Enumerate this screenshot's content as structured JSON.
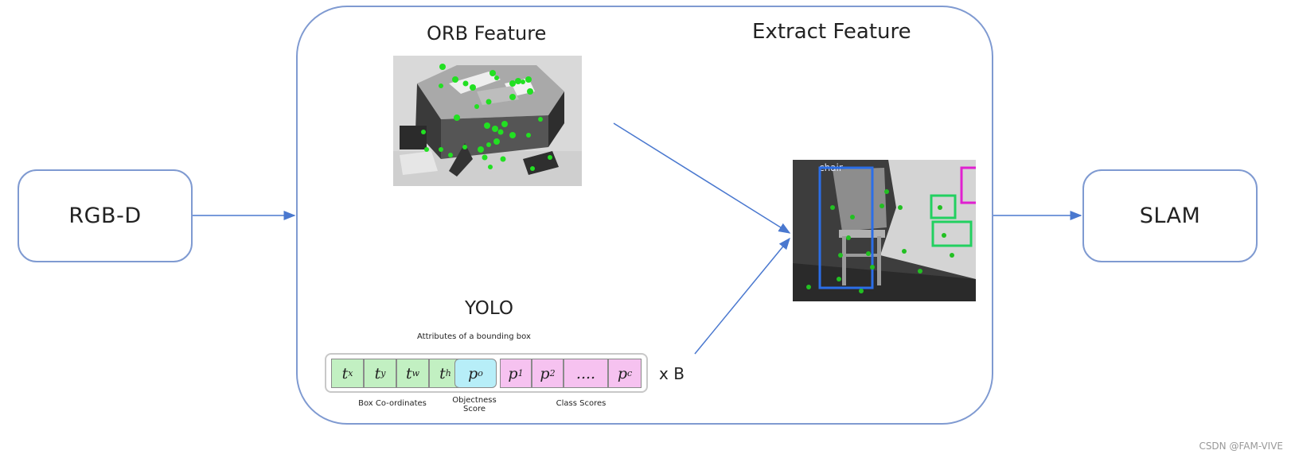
{
  "nodes": {
    "input": "RGB-D",
    "output": "SLAM"
  },
  "titles": {
    "orb": "ORB Feature",
    "extract": "Extract Feature",
    "yolo": "YOLO"
  },
  "yolo_vector": {
    "caption": "Attributes of a bounding box",
    "coord_cells": [
      "t",
      "t",
      "t",
      "t"
    ],
    "coord_subs": [
      "x",
      "y",
      "w",
      "h"
    ],
    "objectness_cell": "p",
    "objectness_sub": "o",
    "class_cells": [
      "p",
      "p",
      "....",
      "p"
    ],
    "class_subs": [
      "1",
      "2",
      "",
      "c"
    ],
    "multiplier": "x B",
    "group_labels": {
      "coords": "Box Co-ordinates",
      "objectness": "Objectness Score",
      "classes": "Class Scores"
    }
  },
  "detection_label": "chair",
  "watermark": "CSDN @FAM-VIVE",
  "colors": {
    "box_border": "#7f9ad1",
    "arrow": "#4a78cf",
    "coord_fill": "#c2f0c2",
    "objectness_fill": "#b7eef8",
    "class_fill": "#f6c2f0",
    "keypoint": "#22e022",
    "detect_blue": "#2b6ee8",
    "detect_green": "#22d060",
    "detect_magenta": "#e020d0"
  }
}
